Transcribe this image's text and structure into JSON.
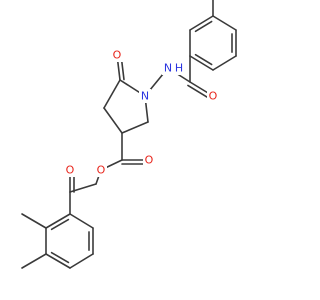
{
  "molecule": {
    "atoms": [
      {
        "id": "oxygen-ketone-ring",
        "label": "O",
        "color": "#e8251c"
      },
      {
        "id": "nitrogen-ring",
        "label": "N",
        "color": "#2b35e0"
      },
      {
        "id": "nitrogen-amide",
        "label": "N",
        "sub": "H",
        "color": "#2b35e0"
      },
      {
        "id": "oxygen-amide",
        "label": "O",
        "color": "#e8251c"
      },
      {
        "id": "oxygen-ester-carbonyl",
        "label": "O",
        "color": "#e8251c"
      },
      {
        "id": "oxygen-ester",
        "label": "O",
        "color": "#e8251c"
      },
      {
        "id": "oxygen-ketone-chain",
        "label": "O",
        "color": "#e8251c"
      }
    ],
    "bond_color": "#3a3a3a"
  }
}
